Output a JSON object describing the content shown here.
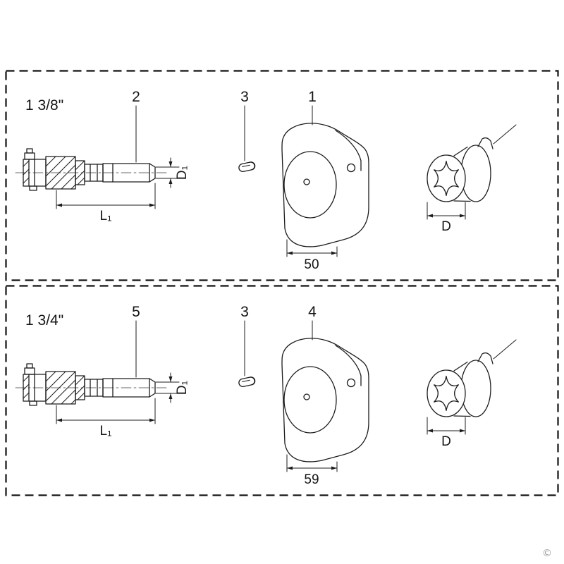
{
  "footer": {
    "watermark": "©"
  },
  "panels": [
    {
      "size_label": "1 3/8\"",
      "callouts": {
        "shaft": "2",
        "pin": "3",
        "housing": "1"
      },
      "dimensions": {
        "shaft_diameter": "D₁",
        "shaft_length": "L₁",
        "housing_width": "50",
        "sleeve_bore": "D"
      }
    },
    {
      "size_label": "1 3/4\"",
      "callouts": {
        "shaft": "5",
        "pin": "3",
        "housing": "4"
      },
      "dimensions": {
        "shaft_diameter": "D₁",
        "shaft_length": "L₁",
        "housing_width": "59",
        "sleeve_bore": "D"
      }
    }
  ]
}
